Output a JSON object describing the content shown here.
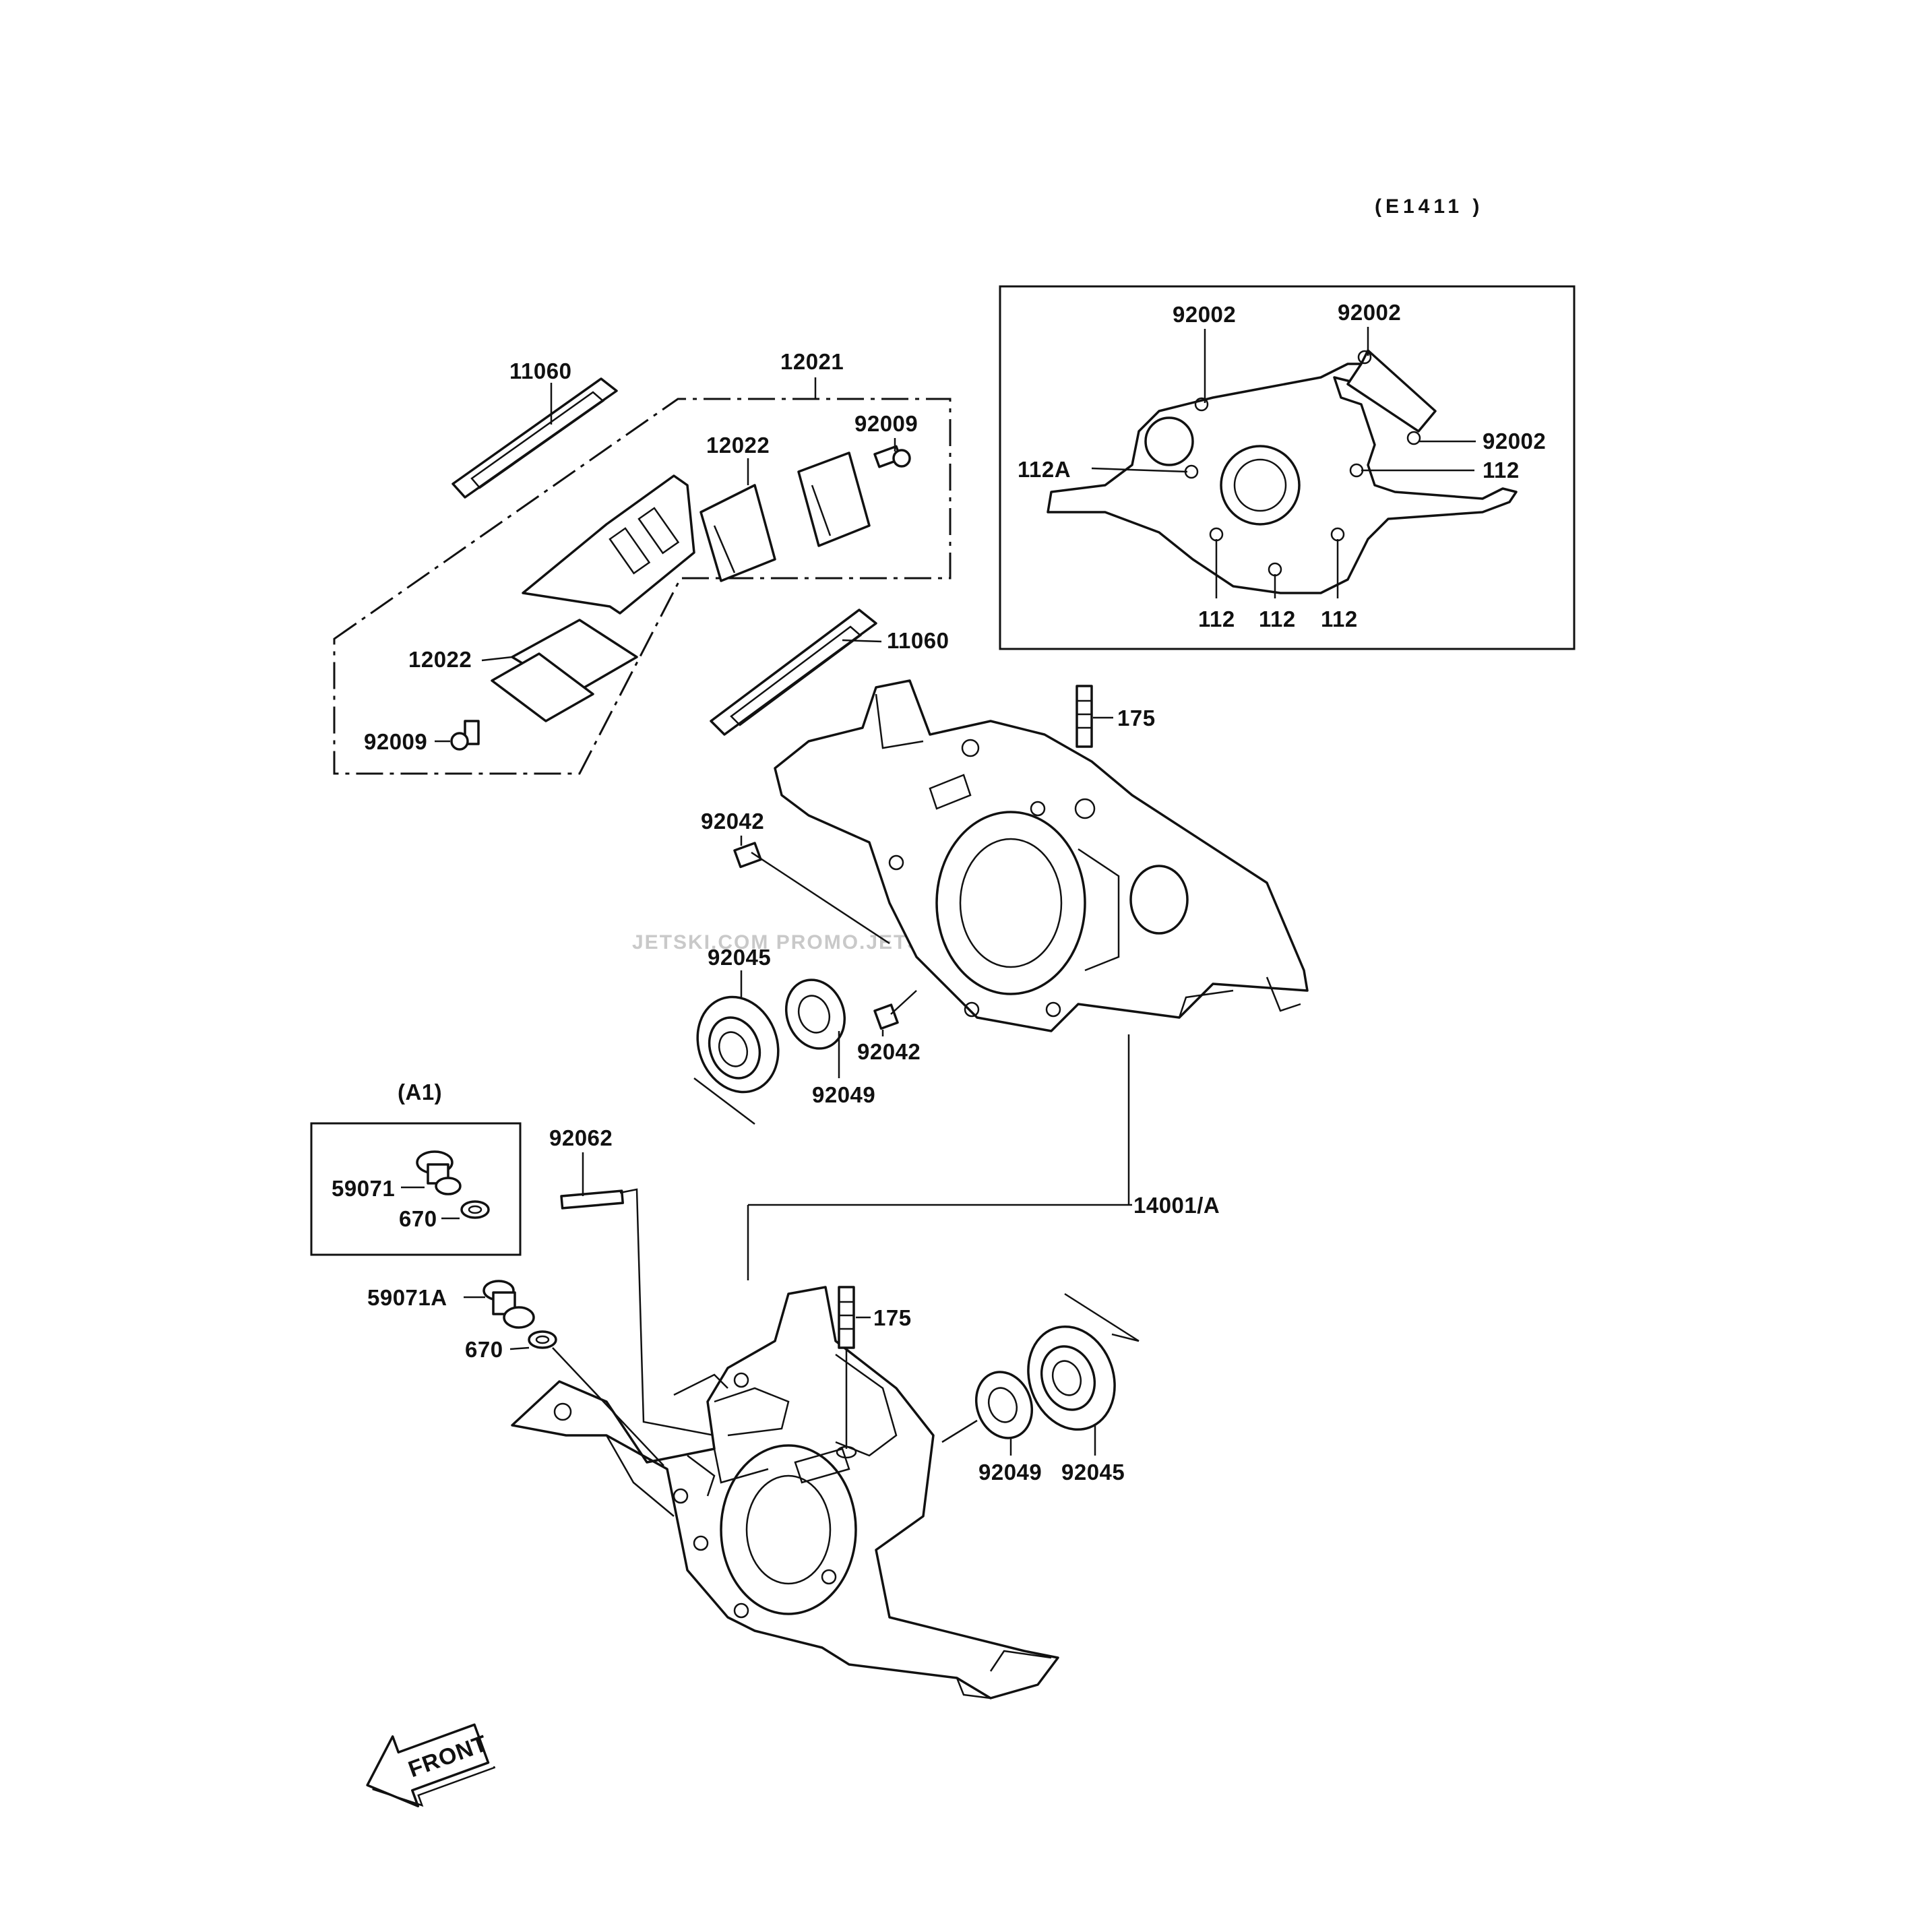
{
  "diagram_code": "(E1411 )",
  "watermark": "JETSKI.COM  PROMO.JETSKI.COM  PROMO.JETSKI.COM",
  "front_label": "FRONT",
  "group_label_a1": "(A1)",
  "labels": {
    "l11060a": "11060",
    "l12021": "12021",
    "l92009a": "92009",
    "l12022a": "12022",
    "l12022b": "12022",
    "l92009b": "92009",
    "l11060b": "11060",
    "l92002a": "92002",
    "l92002b": "92002",
    "l92002c": "92002",
    "l112A": "112A",
    "l112a": "112",
    "l112b": "112",
    "l112c": "112",
    "l112d": "112",
    "l175a": "175",
    "l92042a": "92042",
    "l92045a": "92045",
    "l92042b": "92042",
    "l92049a": "92049",
    "l59071": "59071",
    "l670a": "670",
    "l92062": "92062",
    "l14001A": "14001/A",
    "l59071A": "59071A",
    "l670b": "670",
    "l175b": "175",
    "l92049b": "92049",
    "l92045b": "92045"
  }
}
